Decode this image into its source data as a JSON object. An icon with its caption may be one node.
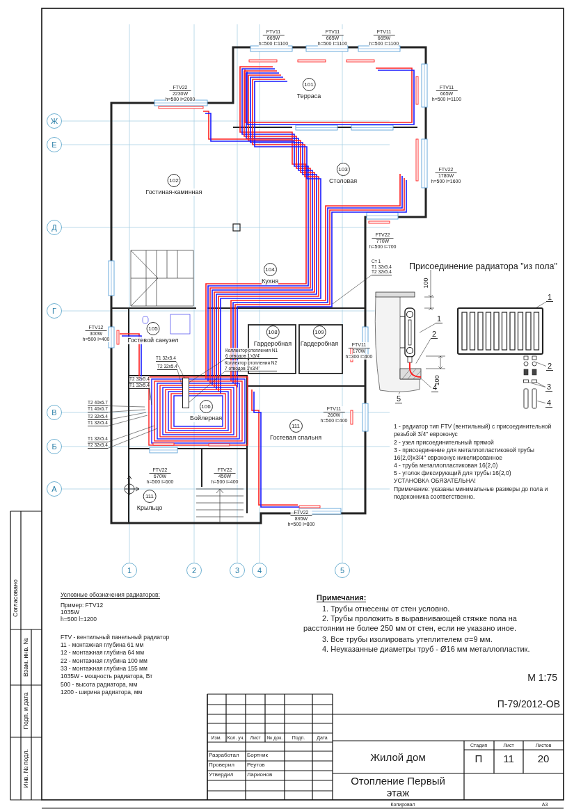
{
  "diagram": {
    "nodes": [
      {
        "text": [
          "101",
          "Терраса"
        ]
      },
      {
        "text": [
          "102",
          "Гостиная-каминная"
        ]
      },
      {
        "text": [
          "103",
          "Столовая"
        ]
      },
      {
        "text": [
          "104",
          "Кухня"
        ]
      },
      {
        "text": [
          "105",
          "Гостевой санузел"
        ]
      },
      {
        "text": [
          "108",
          "Гардеробная"
        ]
      },
      {
        "text": [
          "109",
          "Гардеробная"
        ]
      },
      {
        "text": [
          "106",
          "Бойлерная"
        ]
      },
      {
        "text": [
          "111",
          "Гостевая спальня"
        ]
      },
      {
        "text": [
          "111",
          "Крыльцо"
        ]
      },
      {
        "text": [
          "Ж"
        ]
      },
      {
        "text": [
          "Е"
        ]
      },
      {
        "text": [
          "Д"
        ]
      },
      {
        "text": [
          "Г"
        ]
      },
      {
        "text": [
          "В"
        ]
      },
      {
        "text": [
          "Б"
        ]
      },
      {
        "text": [
          "А"
        ]
      },
      {
        "text": [
          "1"
        ]
      },
      {
        "text": [
          "2"
        ]
      },
      {
        "text": [
          "3"
        ]
      },
      {
        "text": [
          "4"
        ]
      },
      {
        "text": [
          "5"
        ]
      },
      {
        "text": [
          "Коллектор отопления N1",
          "6 отводов 1'x3/4'"
        ]
      },
      {
        "text": [
          "Коллектор отопления N2",
          "7 отводов 1'x3/4'"
        ]
      },
      {
        "text": [
          "T1 32x5.4"
        ]
      },
      {
        "text": [
          "T2 32x5.4"
        ]
      },
      {
        "text": [
          "T2 32x5.4"
        ]
      },
      {
        "text": [
          "T1 32x5.4"
        ]
      },
      {
        "text": [
          "T2 40x6.7"
        ]
      },
      {
        "text": [
          "T1 40x6.7"
        ]
      },
      {
        "text": [
          "T2 32x5.4"
        ]
      },
      {
        "text": [
          "T1 32x5.4"
        ]
      },
      {
        "text": [
          "T1 32x5.4"
        ]
      },
      {
        "text": [
          "T2 32x5.4"
        ]
      },
      {
        "text": [
          "Ст 1",
          "T1 32x5.4",
          "T2 32x5.4"
        ]
      },
      {
        "text": [
          "1"
        ]
      },
      {
        "text": [
          "2"
        ]
      },
      {
        "text": [
          "5"
        ]
      },
      {
        "text": [
          "4"
        ]
      },
      {
        "text": [
          "1"
        ]
      },
      {
        "text": [
          "2"
        ]
      },
      {
        "text": [
          "3"
        ]
      },
      {
        "text": [
          "4"
        ]
      },
      {
        "text": [],
        "shape": "picture"
      },
      {
        "text": [],
        "shape": "picture"
      },
      {
        "text": [],
        "shape": "box"
      }
    ],
    "edges": [
      {
        "from": 22,
        "to": 45,
        "arrow": "none"
      },
      {
        "from": 23,
        "to": 45,
        "arrow": "none"
      },
      {
        "from": 24,
        "to": 45,
        "arrow": "none"
      },
      {
        "from": 25,
        "to": 45,
        "arrow": "none"
      },
      {
        "from": 26,
        "to": null,
        "arrow": "none"
      },
      {
        "from": 27,
        "to": null,
        "arrow": "none"
      },
      {
        "from": 28,
        "to": null,
        "arrow": "none"
      },
      {
        "from": 29,
        "to": null,
        "arrow": "none"
      },
      {
        "from": 30,
        "to": null,
        "arrow": "none"
      },
      {
        "from": 31,
        "to": null,
        "arrow": "none"
      },
      {
        "from": 32,
        "to": null,
        "arrow": "none"
      },
      {
        "from": 33,
        "to": null,
        "arrow": "none"
      },
      {
        "from": 34,
        "to": null,
        "arrow": "none"
      },
      {
        "from": 35,
        "to": 43,
        "arrow": "none"
      },
      {
        "from": 36,
        "to": 43,
        "arrow": "none"
      },
      {
        "from": 37,
        "to": 43,
        "arrow": "none"
      },
      {
        "from": 38,
        "to": 43,
        "arrow": "none"
      },
      {
        "from": 39,
        "to": 44,
        "arrow": "none"
      },
      {
        "from": 40,
        "to": 44,
        "arrow": "none"
      },
      {
        "from": 41,
        "to": 44,
        "arrow": "none"
      },
      {
        "from": 42,
        "to": 44,
        "arrow": "none"
      },
      {
        "from": 41,
        "to": 44,
        "arrow": "none"
      }
    ],
    "labels": [
      "FTV11",
      "665W",
      "h=500 l=1100",
      "FTV11",
      "665W",
      "h=500 l=1100",
      "FTV11",
      "665W",
      "h=500 l=1100",
      "FTV22",
      "2230W",
      "h=500 l=2000",
      "FTV11",
      "665W",
      "h=500 l=1100",
      "FTV22",
      "1780W",
      "h=500 l=1600",
      "FTV22",
      "770W",
      "h=500 l=700",
      "FTV12",
      "300W",
      "h=500 l=400",
      "FTV11",
      "170W",
      "h=300 l=400",
      "FTV11",
      "260W",
      "h=500 l=400",
      "FTV22",
      "670W",
      "h=500 l=600",
      "FTV22",
      "450W",
      "h=500 l=400",
      "FTV22",
      "895W",
      "h=500 l=800",
      "Присоединение радиатора \"из пола\"",
      "100",
      "100",
      "1 - радиатор тип FTV (вентильный) с присоединительной резьбой 3/4\" евроконус",
      "2 - узел присоединительный прямой",
      "3 - присоединение для металлопластиковой трубы 16(2,0)x3/4\" евроконус никелированное",
      "4 - труба металлопластиковая 16(2,0)",
      "5 - уголок фиксирующий для трубы 16(2,0)",
      "УСТАНОВКА ОБЯЗАТЕЛЬНА!",
      "Примечание: указаны минимальные размеры до пола и подоконника соответственно.",
      "Условные обозначения радиаторов:",
      "Пример: FTV12",
      "1035W",
      "h=500 l=1200",
      "FTV - вентильный панельный радиатор",
      "11 - монтажная глубина 61 мм",
      "12 - монтажная глубина 64 мм",
      "22 - монтажная глубина 100 мм",
      "33 - монтажная глубина 155 мм",
      "1035W - мощность радиатора, Вт",
      "500 - высота радиатора, мм",
      "1200 - ширина радиатора, мм",
      "Примечания:",
      "1. Трубы отнесены от стен условно.",
      "2. Трубы проложить в выравнивающей стяжке пола на расстоянии не более 250 мм от стен, если не указано иное.",
      "3. Все трубы изолировать утеплителем σ=9 мм.",
      "4. Неуказанные диаметры труб - Ø16 мм металлопластик.",
      "М 1:75",
      "П-79/2012-ОВ",
      "Изм.",
      "Кол. уч.",
      "Лист",
      "№ док.",
      "Подп.",
      "Дата",
      "Разработал",
      "Бортник",
      "Проверил",
      "Реутов",
      "Утвердил",
      "Ларионов",
      "Жилой дом",
      "Стадия",
      "Лист",
      "Листов",
      "П",
      "11",
      "20",
      "Отопление Первый этаж",
      "Копировал",
      "А3",
      "Согласовано",
      "Взам. инв. №",
      "Подп. и дата",
      "Инв. № подл."
    ]
  }
}
